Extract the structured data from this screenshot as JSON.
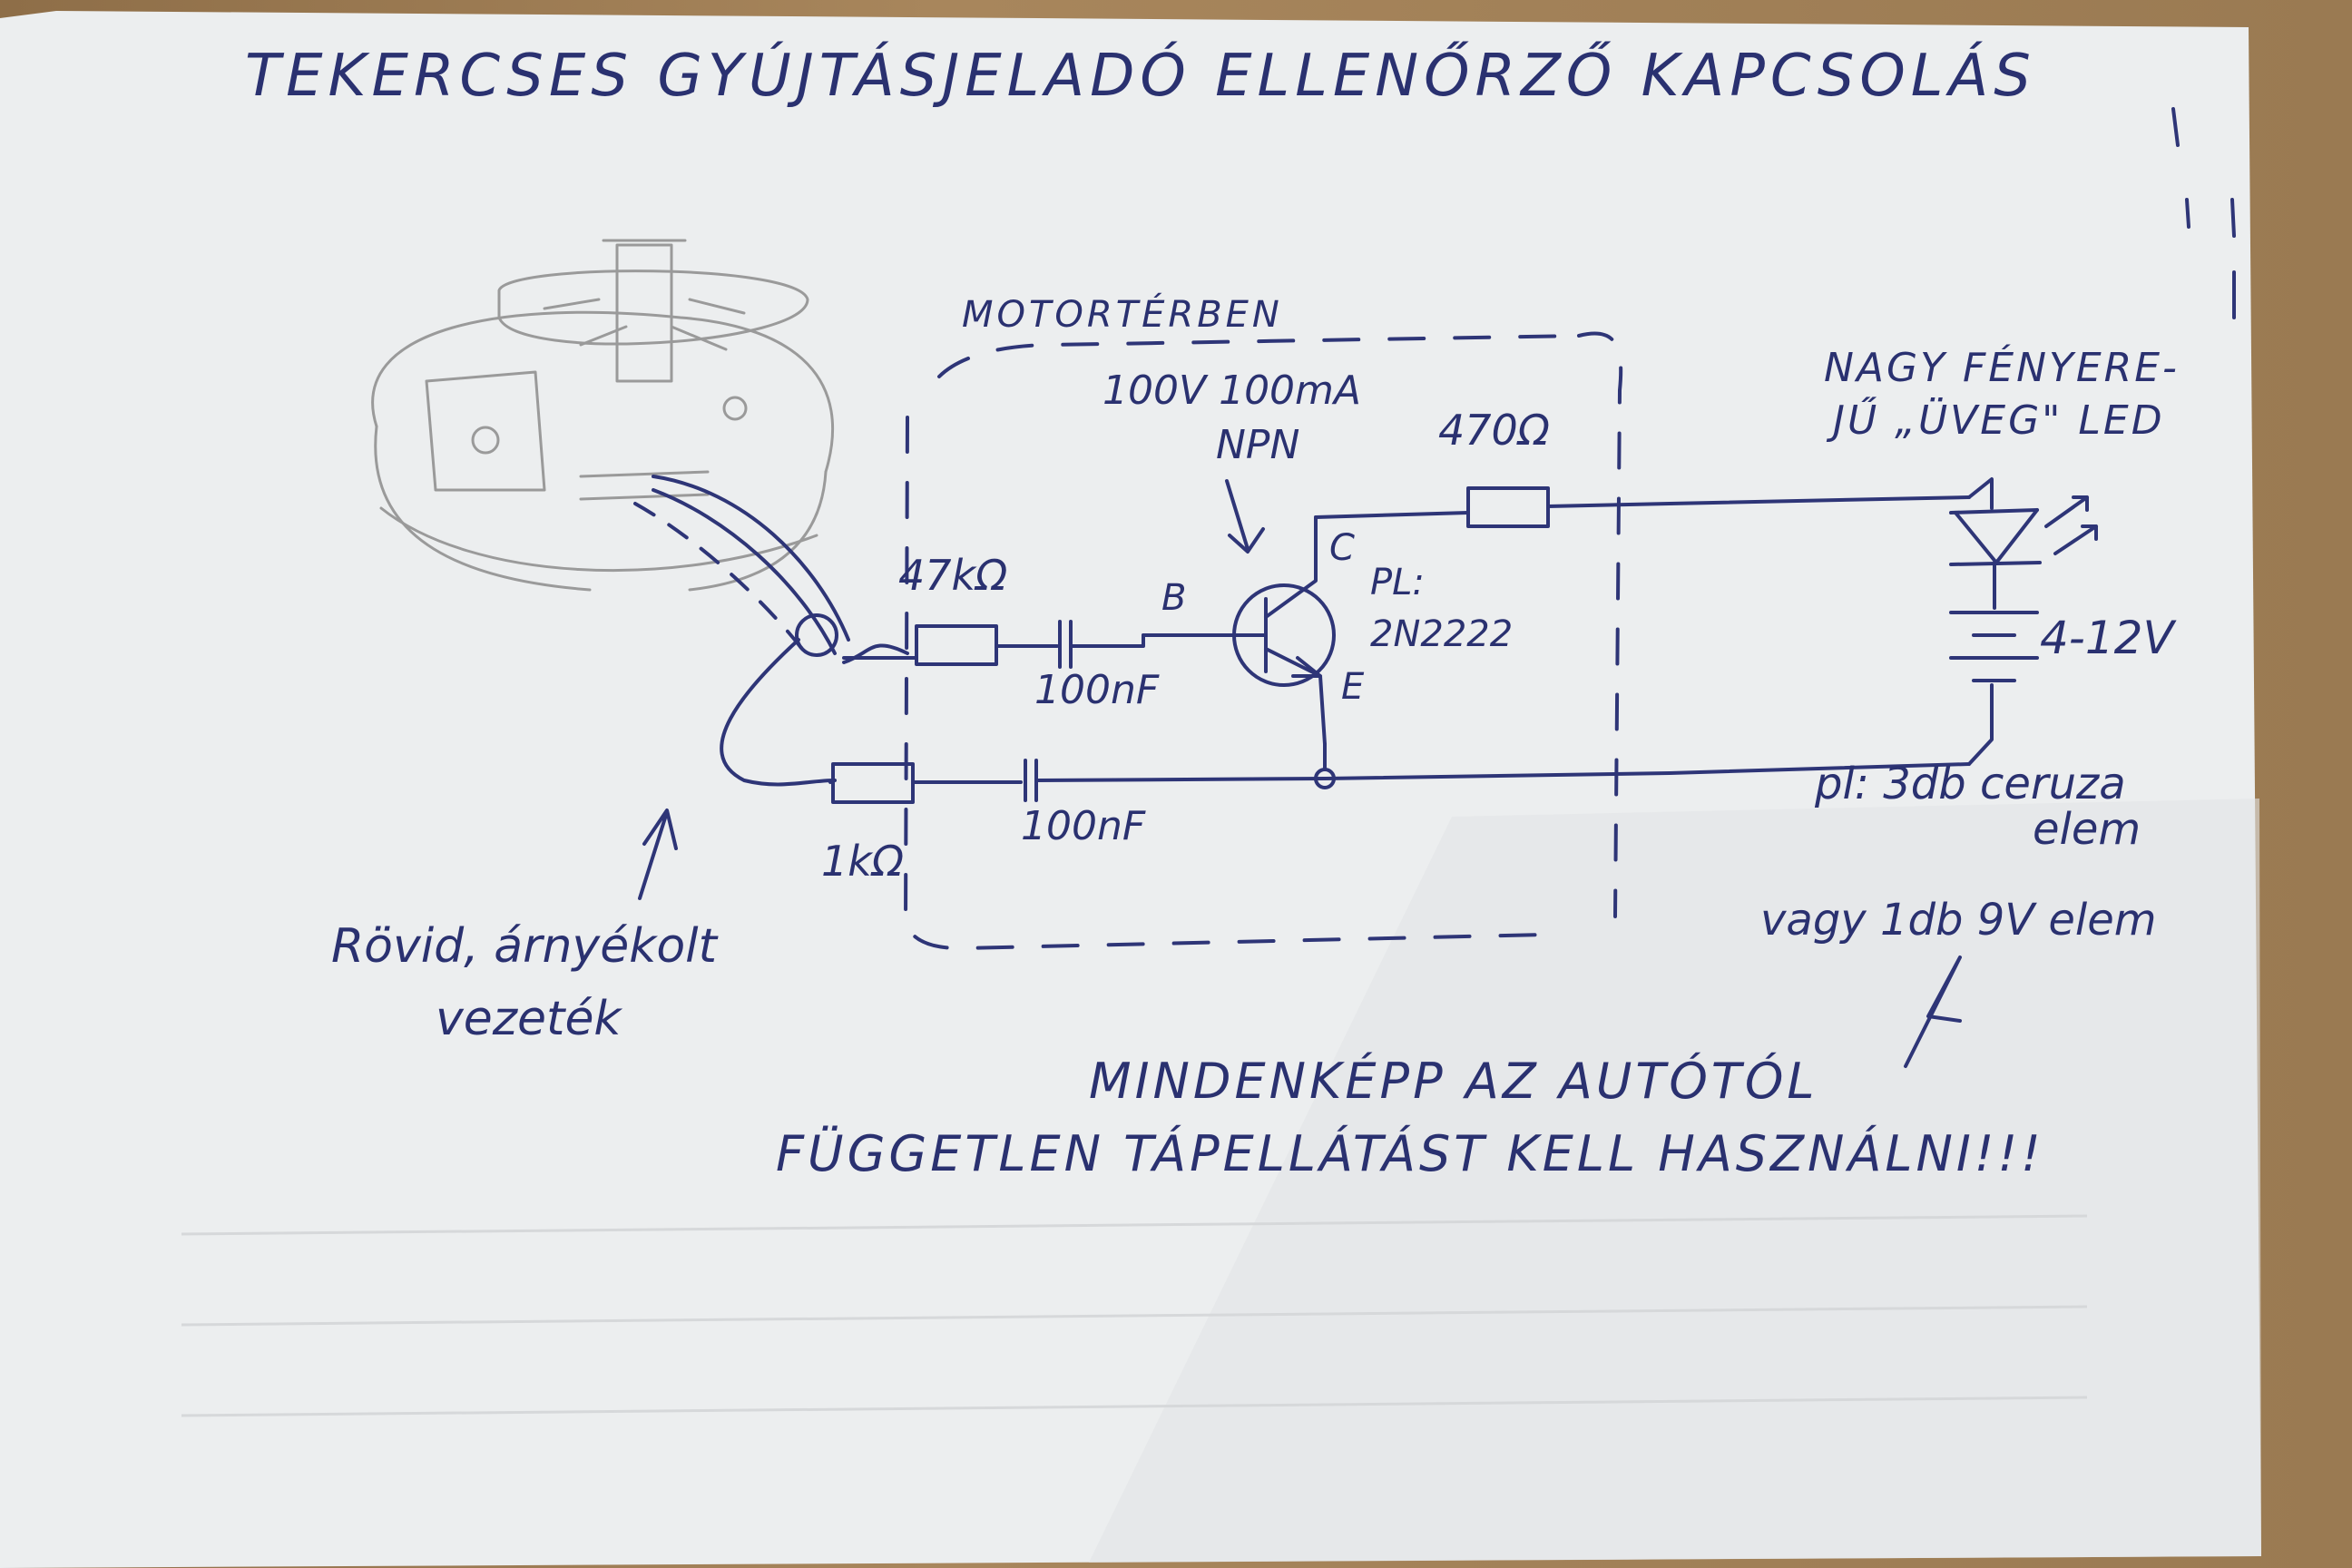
{
  "colors": {
    "ink": "#2e3577",
    "paper": "#eeeff0",
    "pencil": "#9a9a9a",
    "desk": "#a08058"
  },
  "title": "TEKERCSES GYÚJTÁSJELADÓ ELLENŐRZŐ KAPCSOLÁS",
  "engine_bay_label": "MOTORTÉRBEN",
  "transistor": {
    "rating": "100V 100mA",
    "type": "NPN",
    "example_prefix": "PL:",
    "part": "2N2222",
    "pin_c": "C",
    "pin_b": "B",
    "pin_e": "E"
  },
  "components": {
    "r_base": "47kΩ",
    "r_collector": "470Ω",
    "r_ground": "1kΩ",
    "cap_top": "100nF",
    "cap_bottom": "100nF"
  },
  "led": {
    "line1": "NAGY FÉNYERE-",
    "line2": "JŰ „ÜVEG\" LED"
  },
  "battery": {
    "voltage": "4-12V",
    "note_line1": "pl: 3db ceruza",
    "note_line2": "elem",
    "note_line3": "vagy 1db 9V elem"
  },
  "cable": {
    "line1": "Rövid, árnyékolt",
    "line2": "vezeték"
  },
  "warning": {
    "line1": "MINDENKÉPP AZ AUTÓTÓL",
    "line2": "FÜGGETLEN TÁPELLÁTÁST KELL HASZNÁLNI!!!"
  }
}
